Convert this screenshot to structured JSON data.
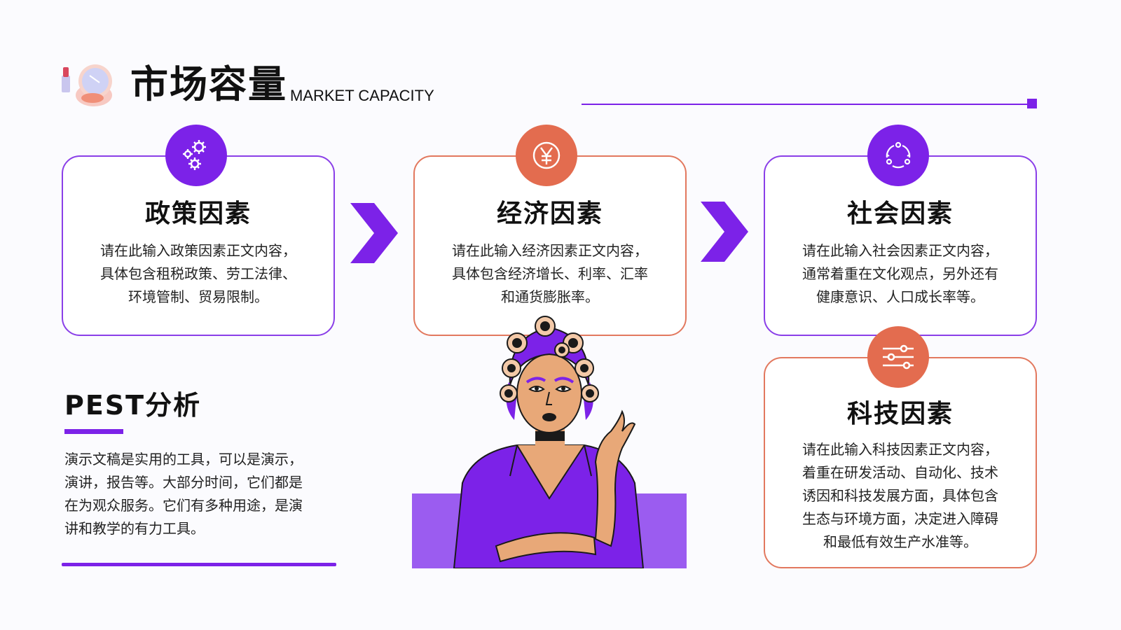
{
  "header": {
    "title": "市场容量",
    "subtitle": "MARKET CAPACITY"
  },
  "cards": [
    {
      "title": "政策因素",
      "icon": "gears-icon",
      "lines": [
        "请在此输入政策因素正文内容，",
        "具体包含租税政策、劳工法律、",
        "环境管制、贸易限制。"
      ]
    },
    {
      "title": "经济因素",
      "icon": "yen-icon",
      "lines": [
        "请在此输入经济因素正文内容，",
        "具体包含经济增长、利率、汇率",
        "和通货膨胀率。"
      ]
    },
    {
      "title": "社会因素",
      "icon": "cycle-icon",
      "lines": [
        "请在此输入社会因素正文内容，",
        "通常着重在文化观点，另外还有",
        "健康意识、人口成长率等。"
      ]
    },
    {
      "title": "科技因素",
      "icon": "sliders-icon",
      "lines": [
        "请在此输入科技因素正文内容，",
        "着重在研发活动、自动化、技术",
        "诱因和科技发展方面，具体包含",
        "生态与环境方面，决定进入障碍",
        "和最低有效生产水准等。"
      ]
    }
  ],
  "pest": {
    "title": "PEST分析",
    "lines": [
      "演示文稿是实用的工具，可以是演示，",
      "演讲，报告等。大部分时间，它们都是",
      "在为观众服务。它们有多种用途，是演",
      "讲和教学的有力工具。"
    ]
  },
  "colors": {
    "purple": "#7c22e8",
    "orange": "#e36c4f",
    "background": "#fbfbfe"
  }
}
